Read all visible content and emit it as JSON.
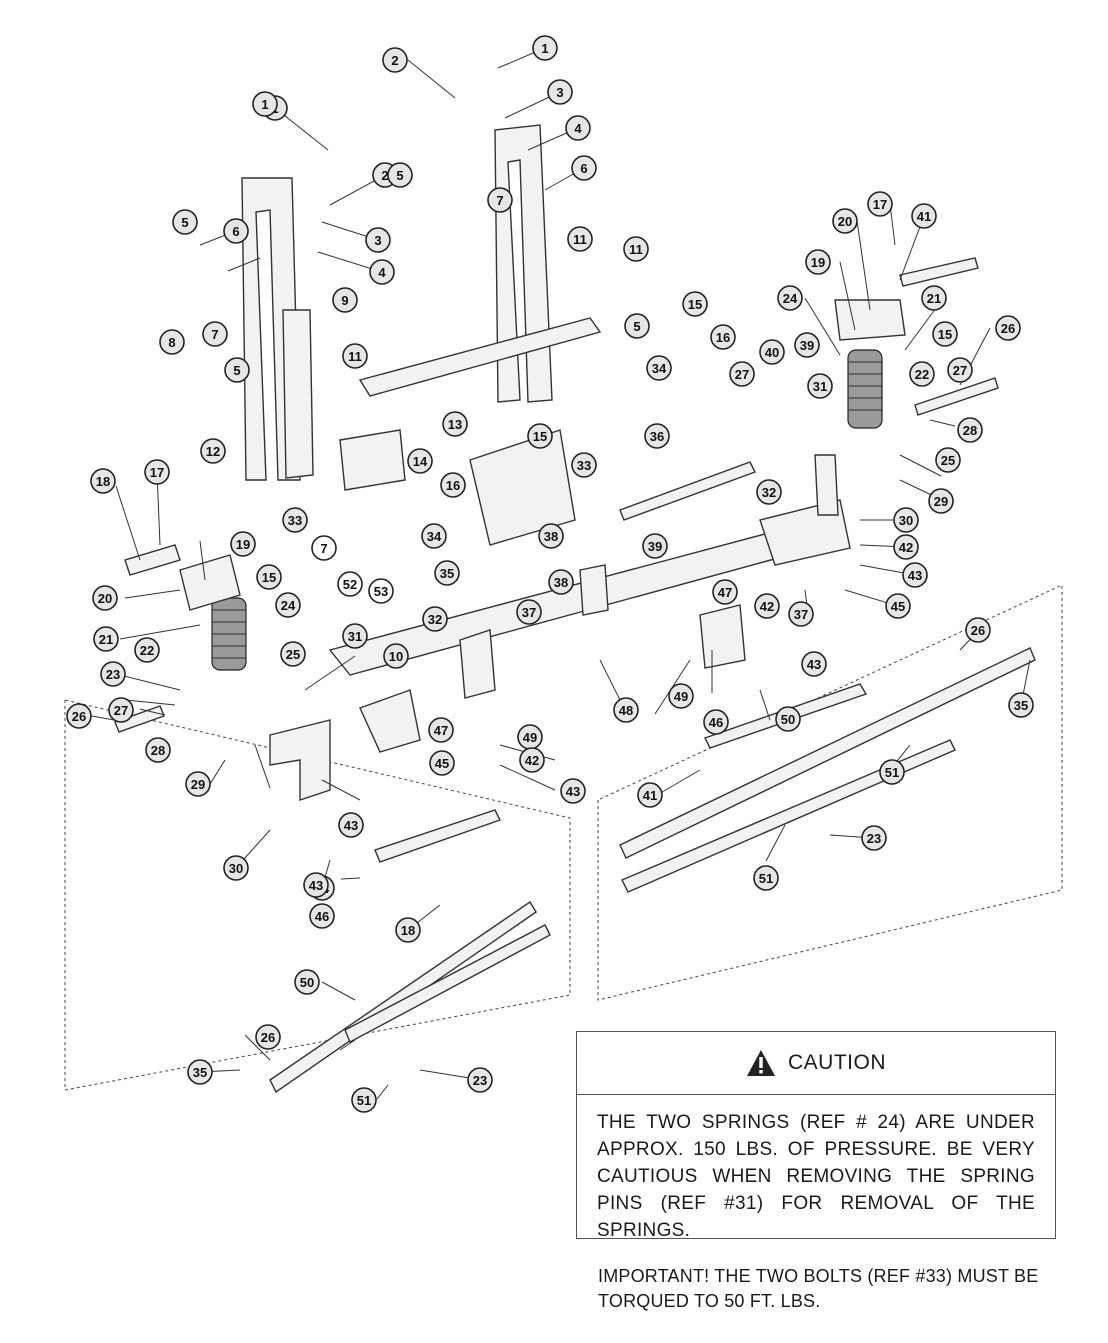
{
  "diagram": {
    "callouts": [
      {
        "id": "c1a",
        "label": "1"
      },
      {
        "id": "c2a",
        "label": "2"
      },
      {
        "id": "c1b",
        "label": "1"
      },
      {
        "id": "c3a",
        "label": "3"
      },
      {
        "id": "c4a",
        "label": "4"
      },
      {
        "id": "c6a",
        "label": "6"
      },
      {
        "id": "c1c",
        "label": "1"
      },
      {
        "id": "c2b",
        "label": "2"
      },
      {
        "id": "c5a",
        "label": "5"
      },
      {
        "id": "c7a",
        "label": "7"
      },
      {
        "id": "c6b",
        "label": "6"
      },
      {
        "id": "c3b",
        "label": "3"
      },
      {
        "id": "c4b",
        "label": "4"
      },
      {
        "id": "c5b",
        "label": "5"
      },
      {
        "id": "c7b",
        "label": "7"
      },
      {
        "id": "c11a",
        "label": "11"
      },
      {
        "id": "c11b",
        "label": "11"
      },
      {
        "id": "c17a",
        "label": "17"
      },
      {
        "id": "c41a",
        "label": "41"
      },
      {
        "id": "c20a",
        "label": "20"
      },
      {
        "id": "c19a",
        "label": "19"
      },
      {
        "id": "c21a",
        "label": "21"
      },
      {
        "id": "c24a",
        "label": "24"
      },
      {
        "id": "c15a",
        "label": "15"
      },
      {
        "id": "c26a",
        "label": "26"
      },
      {
        "id": "c15b",
        "label": "15"
      },
      {
        "id": "c16a",
        "label": "16"
      },
      {
        "id": "c40a",
        "label": "40"
      },
      {
        "id": "c39a",
        "label": "39"
      },
      {
        "id": "c27a",
        "label": "27"
      },
      {
        "id": "c22a",
        "label": "22"
      },
      {
        "id": "c27b",
        "label": "27"
      },
      {
        "id": "c28a",
        "label": "28"
      },
      {
        "id": "c31a",
        "label": "31"
      },
      {
        "id": "c25a",
        "label": "25"
      },
      {
        "id": "c29a",
        "label": "29"
      },
      {
        "id": "c9a",
        "label": "9"
      },
      {
        "id": "c8a",
        "label": "8"
      },
      {
        "id": "c5c",
        "label": "5"
      },
      {
        "id": "c11c",
        "label": "11"
      },
      {
        "id": "c13a",
        "label": "13"
      },
      {
        "id": "c15c",
        "label": "15"
      },
      {
        "id": "c34a",
        "label": "34"
      },
      {
        "id": "c36a",
        "label": "36"
      },
      {
        "id": "c5d",
        "label": "5"
      },
      {
        "id": "c12a",
        "label": "12"
      },
      {
        "id": "c14a",
        "label": "14"
      },
      {
        "id": "c16b",
        "label": "16"
      },
      {
        "id": "c33a",
        "label": "33"
      },
      {
        "id": "c32a",
        "label": "32"
      },
      {
        "id": "c30a",
        "label": "30"
      },
      {
        "id": "c42a",
        "label": "42"
      },
      {
        "id": "c43a",
        "label": "43"
      },
      {
        "id": "c45a",
        "label": "45"
      },
      {
        "id": "c18a",
        "label": "18"
      },
      {
        "id": "c17b",
        "label": "17"
      },
      {
        "id": "c33b",
        "label": "33"
      },
      {
        "id": "c34b",
        "label": "34"
      },
      {
        "id": "c7c",
        "label": "7"
      },
      {
        "id": "c52a",
        "label": "52"
      },
      {
        "id": "c53a",
        "label": "53"
      },
      {
        "id": "c38a",
        "label": "38"
      },
      {
        "id": "c39b",
        "label": "39"
      },
      {
        "id": "c35a",
        "label": "35"
      },
      {
        "id": "c38b",
        "label": "38"
      },
      {
        "id": "c19b",
        "label": "19"
      },
      {
        "id": "c15d",
        "label": "15"
      },
      {
        "id": "c20b",
        "label": "20"
      },
      {
        "id": "c24b",
        "label": "24"
      },
      {
        "id": "c21b",
        "label": "21"
      },
      {
        "id": "c32b",
        "label": "32"
      },
      {
        "id": "c37a",
        "label": "37"
      },
      {
        "id": "c47a",
        "label": "47"
      },
      {
        "id": "c42b",
        "label": "42"
      },
      {
        "id": "c37b",
        "label": "37"
      },
      {
        "id": "c22b",
        "label": "22"
      },
      {
        "id": "c25b",
        "label": "25"
      },
      {
        "id": "c31b",
        "label": "31"
      },
      {
        "id": "c23a",
        "label": "23"
      },
      {
        "id": "c10a",
        "label": "10"
      },
      {
        "id": "c48a",
        "label": "48"
      },
      {
        "id": "c49a",
        "label": "49"
      },
      {
        "id": "c43b",
        "label": "43"
      },
      {
        "id": "c26b",
        "label": "26"
      },
      {
        "id": "c35b",
        "label": "35"
      },
      {
        "id": "c27c",
        "label": "27"
      },
      {
        "id": "c26c",
        "label": "26"
      },
      {
        "id": "c28b",
        "label": "28"
      },
      {
        "id": "c29b",
        "label": "29"
      },
      {
        "id": "c47b",
        "label": "47"
      },
      {
        "id": "c49b",
        "label": "49"
      },
      {
        "id": "c42c",
        "label": "42"
      },
      {
        "id": "c46a",
        "label": "46"
      },
      {
        "id": "c50a",
        "label": "50"
      },
      {
        "id": "c51a",
        "label": "51"
      },
      {
        "id": "c45b",
        "label": "45"
      },
      {
        "id": "c43c",
        "label": "43"
      },
      {
        "id": "c30b",
        "label": "30"
      },
      {
        "id": "c44a",
        "label": "44"
      },
      {
        "id": "c43d",
        "label": "43"
      },
      {
        "id": "c41b",
        "label": "41"
      },
      {
        "id": "c23b",
        "label": "23"
      },
      {
        "id": "c51b",
        "label": "51"
      },
      {
        "id": "c43e",
        "label": "43"
      },
      {
        "id": "c46b",
        "label": "46"
      },
      {
        "id": "c18b",
        "label": "18"
      },
      {
        "id": "c50b",
        "label": "50"
      },
      {
        "id": "c26d",
        "label": "26"
      },
      {
        "id": "c35c",
        "label": "35"
      },
      {
        "id": "c51c",
        "label": "51"
      },
      {
        "id": "c23c",
        "label": "23"
      }
    ]
  },
  "caution": {
    "title": "CAUTION",
    "body": "THE TWO SPRINGS (REF # 24) ARE UNDER APPROX. 150 LBS. OF PRESSURE. BE VERY CAUTIOUS WHEN REMOVING THE SPRING PINS (REF #31) FOR REMOVAL OF THE SPRINGS."
  },
  "important": "IMPORTANT! THE TWO BOLTS (REF #33) MUST BE TORQUED TO 50 FT. LBS."
}
